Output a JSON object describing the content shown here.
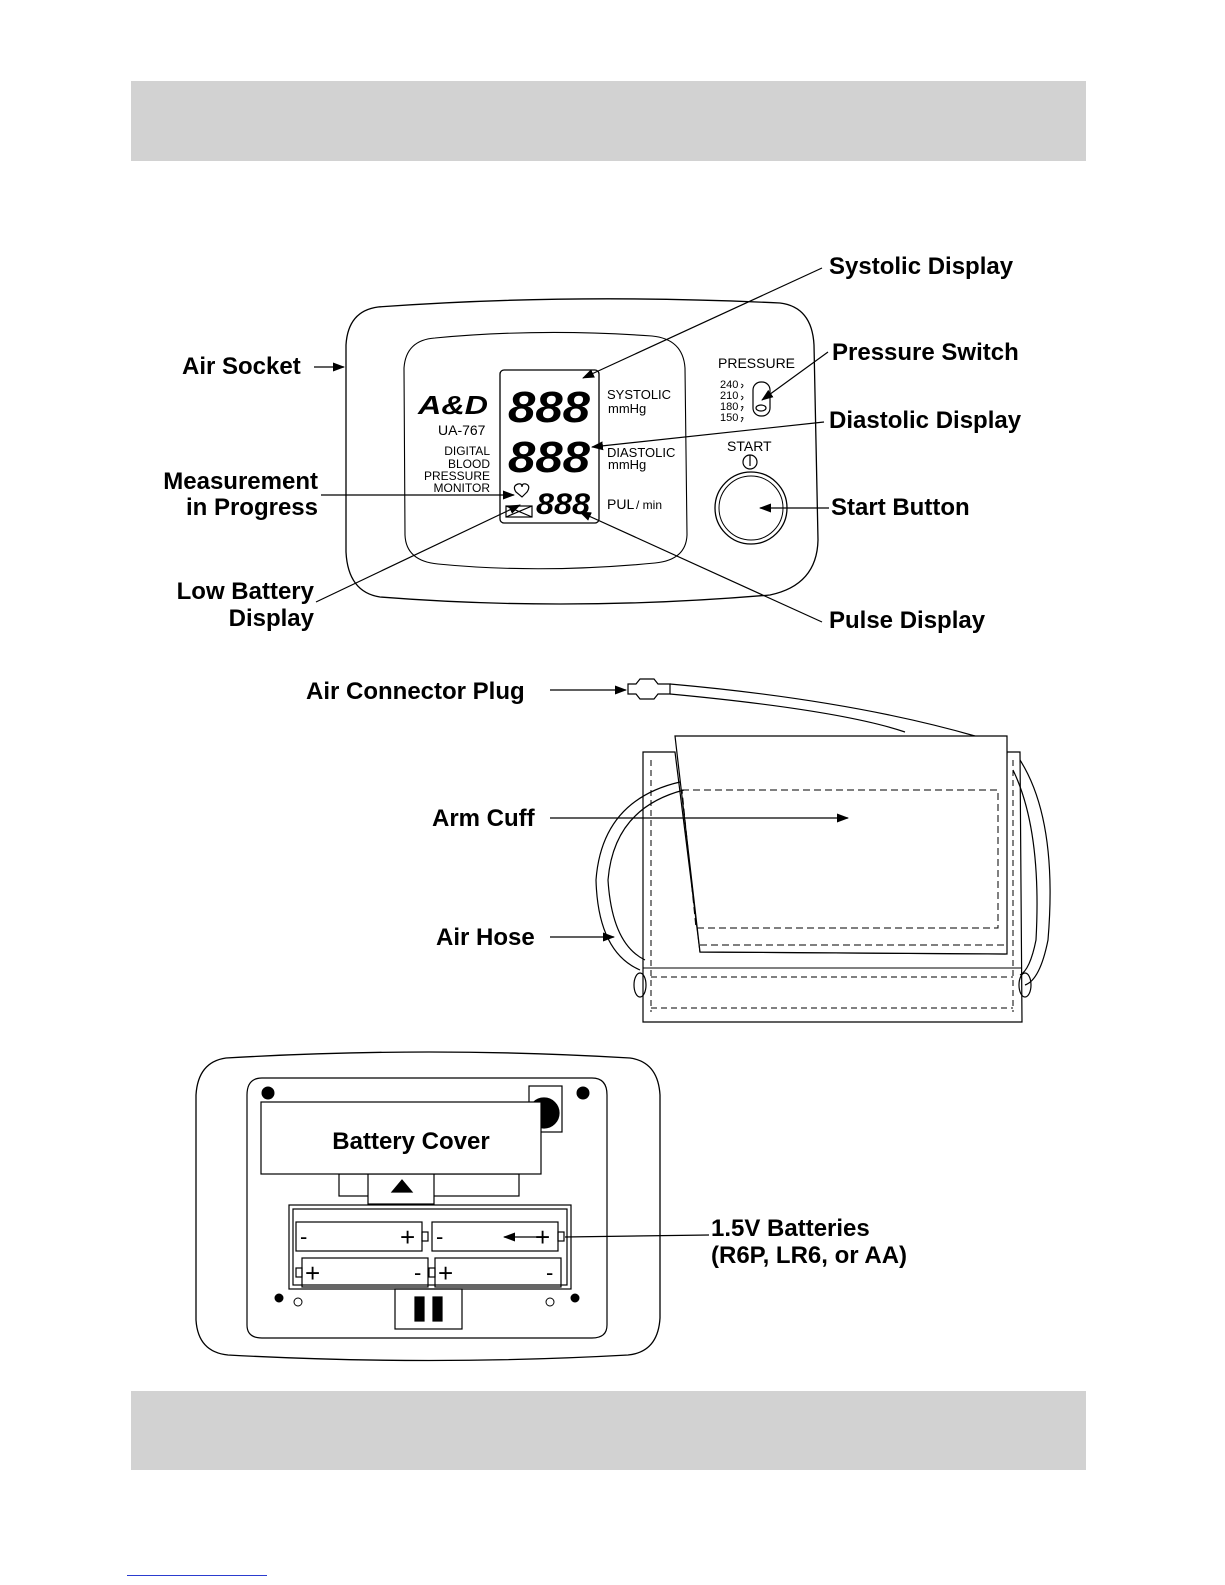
{
  "labels": {
    "air_socket": "Air Socket",
    "measurement_1": "Measurement",
    "measurement_2": "in Progress",
    "low_battery_1": "Low Battery",
    "low_battery_2": "Display",
    "systolic_display": "Systolic Display",
    "pressure_switch": "Pressure Switch",
    "diastolic_display": "Diastolic Display",
    "start_button": "Start Button",
    "pulse_display": "Pulse Display",
    "air_connector_plug": "Air Connector Plug",
    "arm_cuff": "Arm Cuff",
    "air_hose": "Air Hose",
    "batteries_1": "1.5V Batteries",
    "batteries_2": "(R6P, LR6, or AA)"
  },
  "device": {
    "brand": "A&D",
    "model": "UA-767",
    "desc_1": "DIGITAL",
    "desc_2": "BLOOD",
    "desc_3": "PRESSURE",
    "desc_4": "MONITOR",
    "systolic": "SYSTOLIC",
    "diastolic": "DIASTOLIC",
    "unit_1": "mmHg",
    "unit_2": "mmHg",
    "pul": "PUL",
    "per_min": "/ min",
    "pressure": "PRESSURE",
    "p240": "240",
    "p210": "210",
    "p180": "180",
    "p150": "150",
    "start": "START",
    "digits_1": "888",
    "digits_2": "888",
    "digits_3": "888"
  },
  "battery": {
    "cover_label": "Battery Cover",
    "plus": "+",
    "minus": "-"
  },
  "colors": {
    "band": "#d2d2d2",
    "ink": "#000000"
  }
}
